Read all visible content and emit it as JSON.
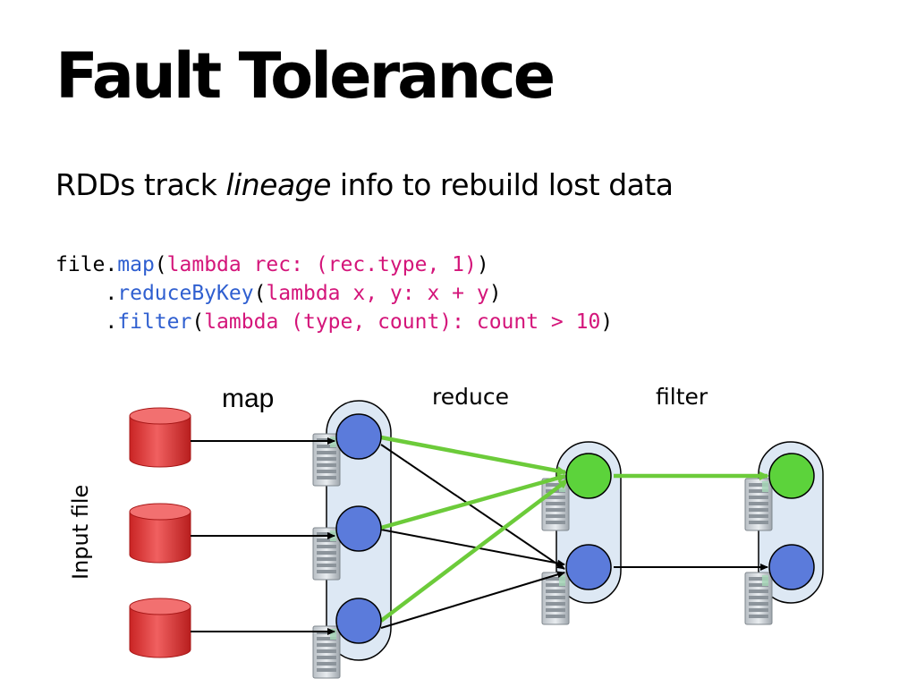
{
  "slide": {
    "title": "Fault Tolerance",
    "subtitle": {
      "before": "RDDs track ",
      "emphasis": "lineage",
      "after": " info to rebuild lost data"
    },
    "code": {
      "line1": {
        "obj": "file.",
        "fn": "map",
        "open": "(",
        "arg": "lambda rec: (rec.type, 1)",
        "close": ")"
      },
      "line2": {
        "indent": "    .",
        "fn": "reduceByKey",
        "open": "(",
        "arg": "lambda x, y: x + y",
        "close": ")"
      },
      "line3": {
        "indent": "    .",
        "fn": "filter",
        "open": "(",
        "arg": "lambda (type, count): count > 10",
        "close": ")"
      }
    }
  },
  "diagram": {
    "labels": {
      "map": "map",
      "reduce": "reduce",
      "filter": "filter",
      "input": "Input file"
    },
    "colors": {
      "cylinder": "#E03A3A",
      "blue_node": "#5B7BDB",
      "green_node": "#5CD33B",
      "green_edge": "#6CCB3A",
      "group_fill": "#DDE8F4",
      "code_fn": "#2F5FD0",
      "code_str": "#D4157A"
    }
  }
}
